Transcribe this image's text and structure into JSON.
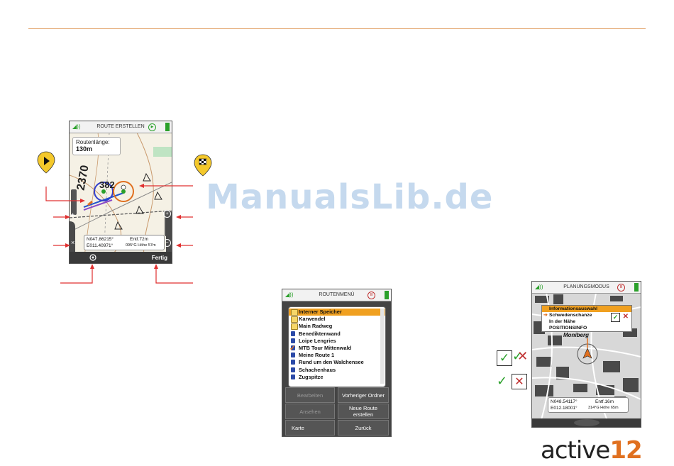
{
  "device1": {
    "title": "ROUTE ERSTELLEN",
    "route_length_label": "Routenlänge:",
    "route_length_value": "130m",
    "coord_n": "N047.86215°",
    "coord_e": "E011.40971°",
    "dist": "Entf.72m",
    "bearing": "095°G Höhe 57m",
    "softkey_right": "Fertig",
    "map_number": "2370",
    "map_number2": "382"
  },
  "device2": {
    "title": "ROUTENMENÜ",
    "items": [
      {
        "label": "Interner Speicher",
        "icon": "folder-open-icon",
        "selected": true
      },
      {
        "label": "Karwendel",
        "icon": "folder-icon"
      },
      {
        "label": "Main Radweg",
        "icon": "folder-icon"
      },
      {
        "label": "Benediktenwand",
        "icon": "route-icon"
      },
      {
        "label": "Loipe Lengries",
        "icon": "route-icon"
      },
      {
        "label": "MTB Tour Mittenwald",
        "icon": "route-icon",
        "checked": true
      },
      {
        "label": "Meine Route 1",
        "icon": "route-icon"
      },
      {
        "label": "Rund um den Walchensee",
        "icon": "route-icon"
      },
      {
        "label": "Schachenhaus",
        "icon": "route-icon"
      },
      {
        "label": "Zugspitze",
        "icon": "route-icon"
      }
    ],
    "buttons": {
      "edit": "Bearbeiten",
      "prev_folder": "Vorheriger Ordner",
      "view": "Ansehen",
      "new_route": "Neue Route erstellen",
      "map": "Karte",
      "back": "Zurück"
    }
  },
  "device3": {
    "title": "PLANUNGSMODUS",
    "popup_title": "Informationsauswahl",
    "popup_items": [
      "Schwedenschanze",
      "In der Nähe",
      "POSITIONSINFO"
    ],
    "map_label": "Moniberg",
    "coord_n": "N048.54117°",
    "coord_e": "E012.18001°",
    "dist": "Entf.16m",
    "bearing": "314°G Höhe 65m"
  },
  "brand": {
    "text": "active",
    "num": "12"
  },
  "watermark": "ManualsLib.de",
  "colors": {
    "accent": "#e07020",
    "arrow": "#e03030",
    "highlight": "#f0a020",
    "green": "#2aa02a"
  }
}
